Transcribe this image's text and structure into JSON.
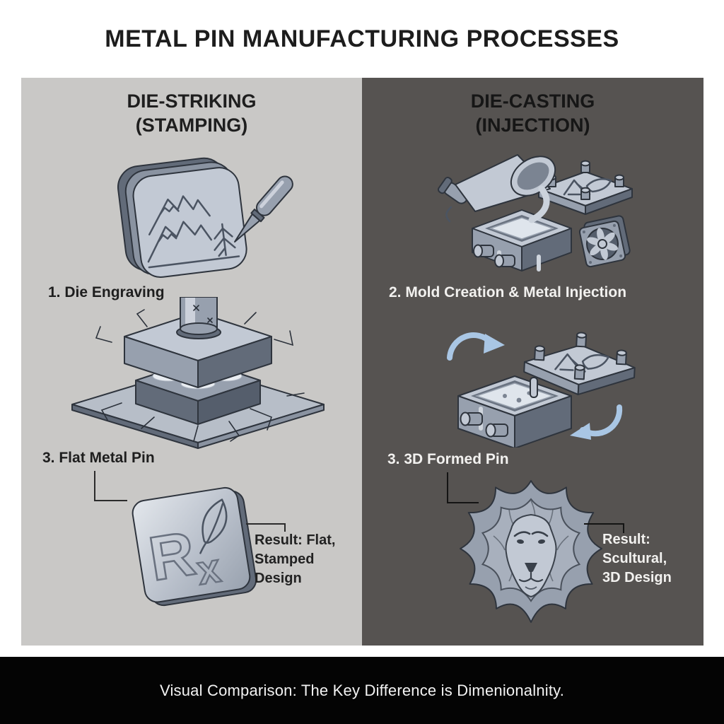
{
  "title": "METAL PIN MANUFACTURING PROCESSES",
  "left_panel": {
    "heading_lines": [
      "DIE-STRIKING",
      "(STAMPING)"
    ],
    "step_labels": [
      "1. Die Engraving",
      "3. Flat Metal Pin"
    ],
    "result_lines": [
      "Result: Flat,",
      "Stamped Design"
    ],
    "illustrations": [
      "engraved-die-block-with-graver-tool",
      "stamping-press-with-crack-lines",
      "flat-square-pin-rx-leaf-logo"
    ]
  },
  "right_panel": {
    "heading_lines": [
      "DIE-CASTING",
      "(INJECTION)"
    ],
    "step_labels": [
      "2. Mold Creation & Metal Injection",
      "3. 3D Formed Pin"
    ],
    "result_lines": [
      "Result:",
      "Scultural,",
      "3D Design"
    ],
    "illustrations": [
      "funnel-pouring-metal-into-mold-with-fan",
      "open-mold-with-rotation-arrows",
      "sculptural-lion-head-pin"
    ]
  },
  "footer": {
    "caption": "Visual Comparison: The Key Difference is Dimenionalnity."
  },
  "colors": {
    "left_panel_bg": "#c9c8c6",
    "right_panel_bg": "#565351",
    "footer_bg": "#040404",
    "title_text": "#1d1d1d",
    "dark_text": "#1e1e1e",
    "light_text": "#f2f1ef",
    "metal_light": "#c2c9d4",
    "metal_mid": "#97a0ae",
    "metal_dark": "#626b79",
    "outline": "#2e343d",
    "arrow_blue": "#a9c6e4"
  }
}
